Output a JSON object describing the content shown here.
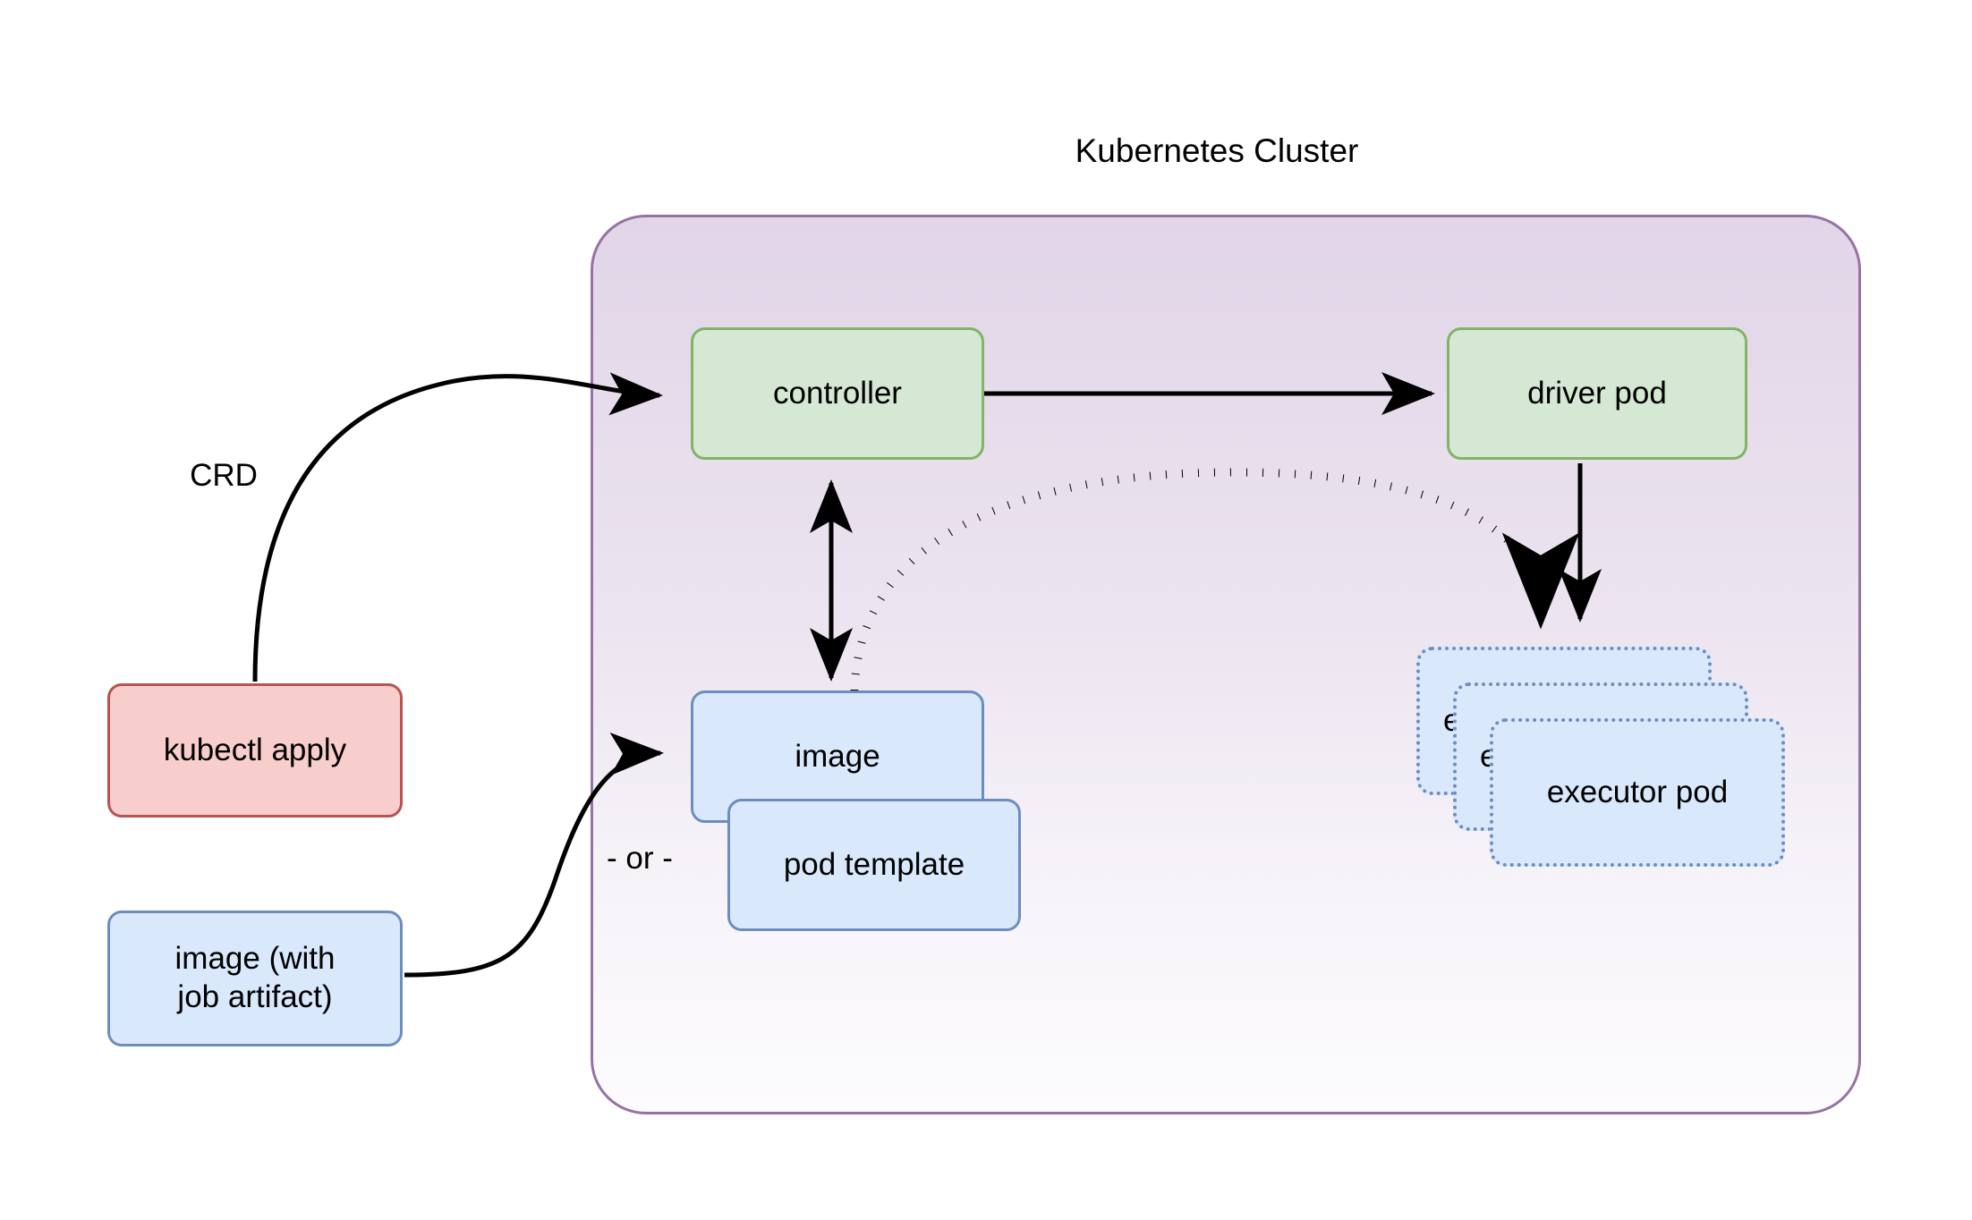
{
  "diagram": {
    "title": "Kubernetes Cluster",
    "cluster": {
      "label": "Kubernetes Cluster",
      "border_color": "#9673a6",
      "fill_top_color": "#e1d5e7",
      "fill_bottom_color": "#ffffff"
    },
    "nodes": {
      "controller": {
        "label": "controller",
        "fill_color": "#d5e8d4",
        "border_color": "#82b366"
      },
      "driver_pod": {
        "label": "driver pod",
        "fill_color": "#d5e8d4",
        "border_color": "#82b366"
      },
      "executor_pod_back": {
        "label": "executor pod",
        "fill_color": "#dae8fc",
        "border_color": "#6c8ebf"
      },
      "executor_pod_middle": {
        "label": "executor pod",
        "fill_color": "#dae8fc",
        "border_color": "#6c8ebf"
      },
      "executor_pod_front": {
        "label": "executor pod",
        "fill_color": "#dae8fc",
        "border_color": "#6c8ebf"
      },
      "image": {
        "label": "image",
        "fill_color": "#dae8fc",
        "border_color": "#6c8ebf"
      },
      "pod_template": {
        "label": "pod template",
        "fill_color": "#dae8fc",
        "border_color": "#6c8ebf"
      },
      "kubectl_apply": {
        "label": "kubectl apply",
        "fill_color": "#f8cecc",
        "border_color": "#b85450"
      },
      "image_with_job_artifact": {
        "label": "image (with\njob artifact)",
        "line1": "image (with",
        "line2": "job artifact)",
        "fill_color": "#dae8fc",
        "border_color": "#6c8ebf"
      }
    },
    "edge_labels": {
      "crd": "CRD",
      "or": "- or -"
    },
    "edges": [
      {
        "name": "kubectl-apply-to-controller",
        "from": "kubectl_apply",
        "to": "controller",
        "label": "CRD",
        "style": "solid",
        "arrow": "single"
      },
      {
        "name": "controller-to-driver-pod",
        "from": "controller",
        "to": "driver_pod",
        "label": "",
        "style": "solid",
        "arrow": "single"
      },
      {
        "name": "controller-to-image",
        "from": "controller",
        "to": "image",
        "label": "",
        "style": "solid",
        "arrow": "double"
      },
      {
        "name": "image-to-executor-pod",
        "from": "image",
        "to": "executor_pod_back",
        "label": "",
        "style": "dotted",
        "arrow": "single"
      },
      {
        "name": "driver-pod-to-executor-pod",
        "from": "driver_pod",
        "to": "executor_pod_back",
        "label": "",
        "style": "solid",
        "arrow": "single"
      },
      {
        "name": "image-artifact-to-image",
        "from": "image_with_job_artifact",
        "to": "image",
        "label": "",
        "style": "solid",
        "arrow": "single"
      }
    ]
  }
}
